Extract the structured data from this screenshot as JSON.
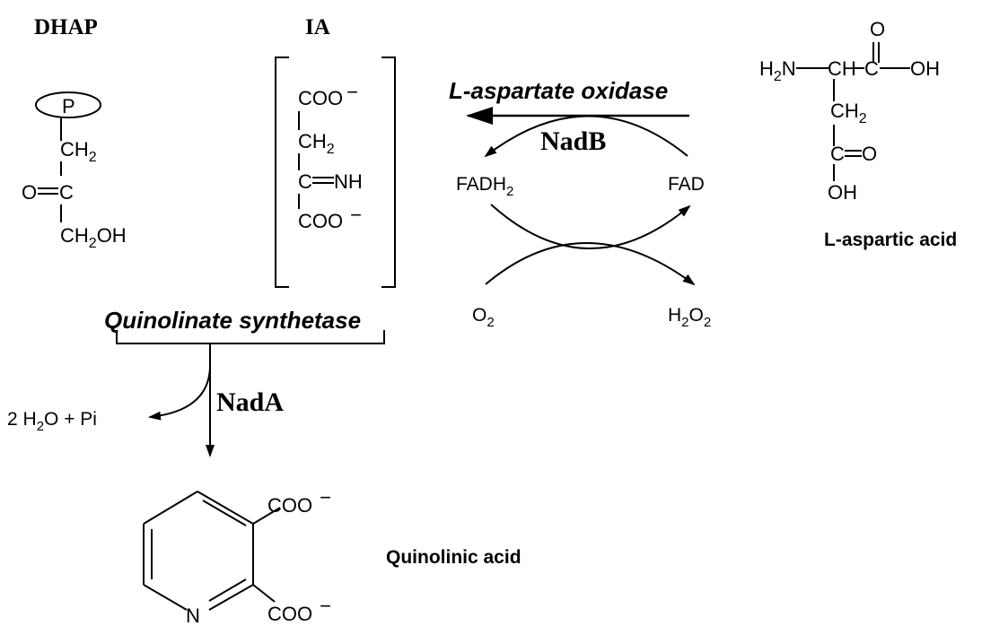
{
  "labels": {
    "dhap": "DHAP",
    "ia": "IA",
    "l_aspartate_oxidase": "L-aspartate oxidase",
    "nadb": "NadB",
    "fadh": "FADH",
    "fad": "FAD",
    "o": "O",
    "h": "H",
    "two": "2",
    "l_aspartic_acid": "L-aspartic acid",
    "quinolinate_synthetase": "Quinolinate synthetase",
    "nada": "NadA",
    "byproducts_prefix": "2 H",
    "byproducts_mid": "O  +  Pi",
    "quinolinic_acid": "Quinolinic acid"
  },
  "dhap_structure": {
    "phosphate": "P",
    "ch": "CH",
    "oh": "OH",
    "o": "O",
    "two": "2"
  },
  "ia_structure": {
    "coo": "COO",
    "minus": "−",
    "ch": "CH",
    "c": "C",
    "nh": "NH",
    "two": "2"
  },
  "aspartic_structure": {
    "h": "H",
    "two": "2",
    "n": "N",
    "ch": "CH",
    "c": "C",
    "oh": "OH",
    "o": "O"
  },
  "quinolinic_structure": {
    "n": "N",
    "coo": "COO",
    "minus": "−"
  },
  "colors": {
    "ink": "#000000",
    "background": "#ffffff"
  }
}
